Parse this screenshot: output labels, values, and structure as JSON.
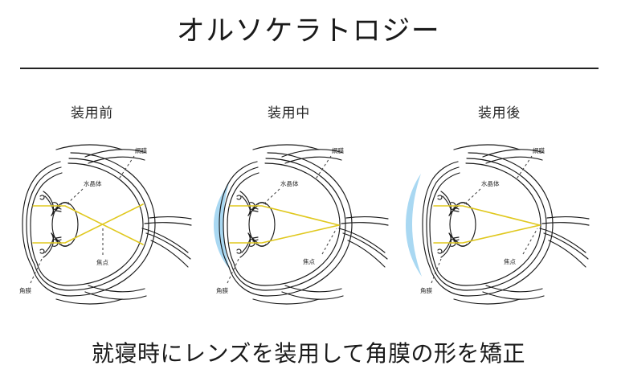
{
  "page": {
    "title": "オルソケラトロジー",
    "caption": "就寝時にレンズを装用して角膜の形を矯正",
    "background_color": "#ffffff",
    "rule_color": "#222222"
  },
  "colors": {
    "ray": "#e0c81e",
    "lens_blue": "#a9d8f2",
    "outline": "#1a1a1a",
    "label_text": "#2b2b2b"
  },
  "panels": [
    {
      "heading": "装用前",
      "state": "before-wear",
      "contact_lens": {
        "visible": false,
        "position": "none"
      },
      "focus": {
        "label": "焦点",
        "location": "in front of retina"
      },
      "labels": {
        "retina": "網膜",
        "crystalline_lens": "水晶体",
        "focal_point": "焦点",
        "cornea": "角膜"
      }
    },
    {
      "heading": "装用中",
      "state": "during-wear",
      "contact_lens": {
        "visible": true,
        "position": "on cornea"
      },
      "focus": {
        "label": "焦点",
        "location": "on retina"
      },
      "labels": {
        "retina": "網膜",
        "crystalline_lens": "水晶体",
        "focal_point": "焦点",
        "cornea": "角膜"
      }
    },
    {
      "heading": "装用後",
      "state": "after-wear",
      "contact_lens": {
        "visible": true,
        "position": "removed / detached"
      },
      "focus": {
        "label": "焦点",
        "location": "on retina"
      },
      "labels": {
        "retina": "網膜",
        "crystalline_lens": "水晶体",
        "focal_point": "焦点",
        "cornea": "角膜"
      }
    }
  ]
}
